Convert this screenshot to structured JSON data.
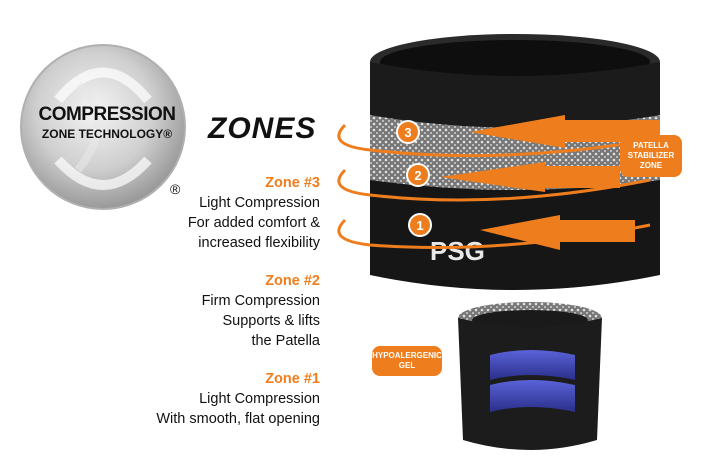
{
  "logo": {
    "line1": "COMPRESSION",
    "line2": "ZONE TECHNOLOGY®",
    "registered": "®"
  },
  "title": "ZONES",
  "zones": [
    {
      "heading": "Zone #3",
      "lines": [
        "Light Compression",
        "For added comfort &",
        "increased flexibility"
      ]
    },
    {
      "heading": "Zone #2",
      "lines": [
        "Firm Compression",
        "Supports & lifts",
        "the Patella"
      ]
    },
    {
      "heading": "Zone #1",
      "lines": [
        "Light Compression",
        "With smooth, flat opening"
      ]
    }
  ],
  "callouts": {
    "patella": [
      "PATELLA",
      "STABILIZER",
      "ZONE"
    ],
    "gel": [
      "HYPOALERGENIC",
      "GEL"
    ],
    "numbers": [
      "3",
      "2",
      "1"
    ],
    "brand": "PSG"
  },
  "colors": {
    "accent": "#ee7d1d",
    "text": "#111111",
    "sleeve": "#1a1a1a"
  }
}
